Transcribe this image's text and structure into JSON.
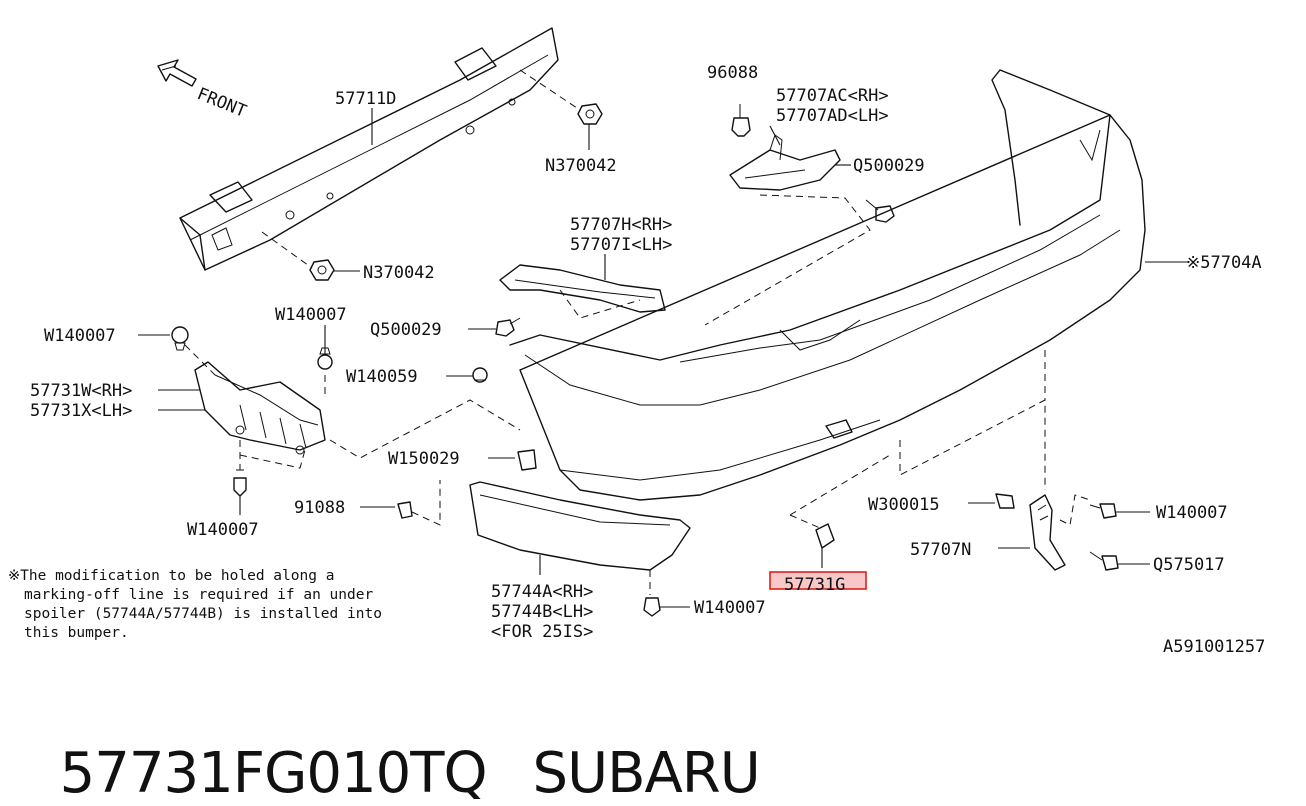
{
  "diagram": {
    "front_label": "FRONT",
    "figure_code": "A591001257",
    "parts": {
      "p57711D": "57711D",
      "pN370042_top": "N370042",
      "pN370042_bot": "N370042",
      "p96088": "96088",
      "p57707AC": "57707AC<RH>",
      "p57707AD": "57707AD<LH>",
      "pQ500029_top": "Q500029",
      "p57704A": "※57704A",
      "p57707H": "57707H<RH>",
      "p57707I": "57707I<LH>",
      "pQ500029_mid": "Q500029",
      "pW140007_left": "W140007",
      "pW140007_top": "W140007",
      "pW140059": "W140059",
      "p57731W": "57731W<RH>",
      "p57731X": "57731X<LH>",
      "pW150029": "W150029",
      "p91088": "91088",
      "pW140007_low": "W140007",
      "pW300015": "W300015",
      "pW140007_right": "W140007",
      "p57707N": "57707N",
      "pQ575017": "Q575017",
      "p57731G": "57731G",
      "p57744A": "57744A<RH>",
      "p57744B": "57744B<LH>",
      "pFor25IS": "<FOR 25IS>",
      "pW140007_bottom": "W140007"
    },
    "note": [
      "※The modification to be holed along a",
      "marking-off line is required if an under",
      "spoiler (57744A/57744B) is installed into",
      "this bumper."
    ],
    "highlight_part": "57731G"
  },
  "footer": {
    "part_number": "57731FG010TQ",
    "brand": "SUBARU"
  },
  "colors": {
    "highlight_stroke": "#e02020",
    "highlight_fill": "#f8c8c8",
    "line": "#111111"
  }
}
